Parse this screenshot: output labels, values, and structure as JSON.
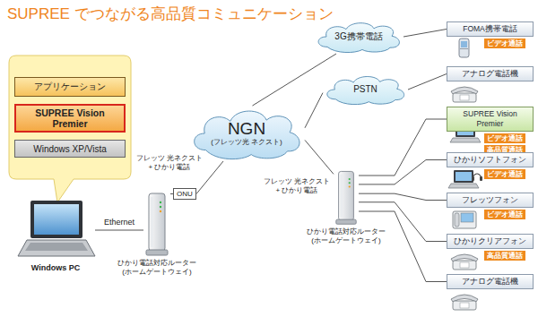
{
  "diagram": {
    "title": "SUPREE でつながる高品質コミュニケーション",
    "nodes": [
      {
        "text": [
          "アプリケーション"
        ]
      },
      {
        "text": [
          "SUPREE Vision Premier"
        ]
      },
      {
        "text": [
          "Windows XP/Vista"
        ]
      },
      {
        "text": [
          "Windows PC"
        ]
      },
      {
        "text": [
          "ひかり電話対応ルーター (ホームゲートウェイ)"
        ]
      },
      {
        "text": [
          "ONU"
        ]
      },
      {
        "text": [
          "NGN",
          "(フレッツ光 ネクスト)"
        ]
      },
      {
        "text": [
          "3G携帯電話"
        ]
      },
      {
        "text": [
          "PSTN"
        ]
      },
      {
        "text": [
          "ひかり電話対応ルーター (ホームゲートウェイ)"
        ]
      },
      {
        "text": [
          "FOMA携帯電話",
          "ビデオ通話"
        ]
      },
      {
        "text": [
          "アナログ電話機"
        ]
      },
      {
        "text": [
          "SUPREE Vision Premier",
          "ビデオ通話",
          "高品質通話"
        ]
      },
      {
        "text": [
          "ひかりソフトフォン",
          "ビデオ通話"
        ]
      },
      {
        "text": [
          "フレッツフォン",
          "ビデオ通話"
        ]
      },
      {
        "text": [
          "ひかりクリアフォン",
          "高品質通話"
        ]
      },
      {
        "text": [
          "アナログ電話機"
        ]
      }
    ],
    "edges": [
      {
        "from": 3,
        "to": 4,
        "arrow": "none",
        "label": "Ethernet"
      },
      {
        "from": 4,
        "to": 5,
        "arrow": "none"
      },
      {
        "from": 5,
        "to": 6,
        "arrow": "none"
      },
      {
        "from": 6,
        "to": 7,
        "arrow": "none"
      },
      {
        "from": 6,
        "to": 8,
        "arrow": "none"
      },
      {
        "from": 6,
        "to": 9,
        "arrow": "none"
      },
      {
        "from": 7,
        "to": 10,
        "arrow": "none"
      },
      {
        "from": 8,
        "to": 11,
        "arrow": "none"
      },
      {
        "from": 9,
        "to": 12,
        "arrow": "none"
      },
      {
        "from": 9,
        "to": 13,
        "arrow": "none"
      },
      {
        "from": 9,
        "to": 14,
        "arrow": "none"
      },
      {
        "from": 9,
        "to": 15,
        "arrow": "none"
      },
      {
        "from": 9,
        "to": 16,
        "arrow": "none"
      }
    ],
    "labels": [
      "フレッツ 光ネクスト + ひかり電話",
      "フレッツ 光ネクスト + ひかり電話"
    ]
  }
}
